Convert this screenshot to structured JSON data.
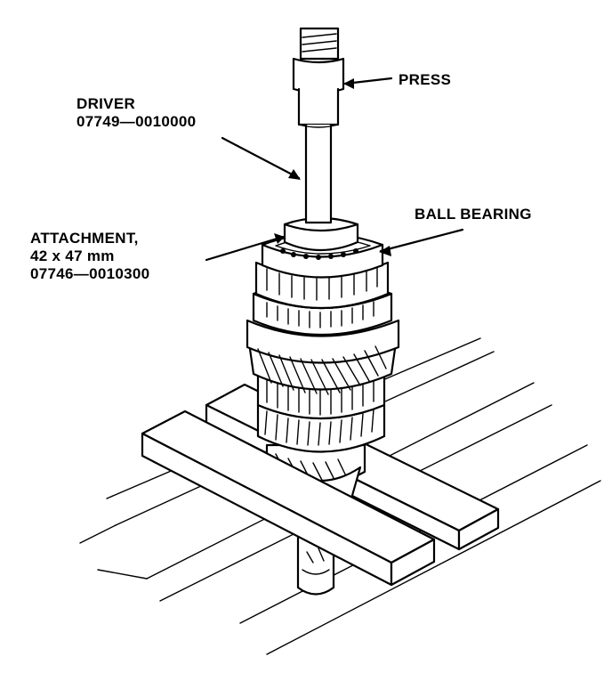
{
  "labels": {
    "press": "PRESS",
    "driver": [
      "DRIVER",
      "07749—0010000"
    ],
    "ball_bearing": "BALL BEARING",
    "attachment": [
      "ATTACHMENT,",
      "42 x 47 mm",
      "07746—0010300"
    ]
  }
}
